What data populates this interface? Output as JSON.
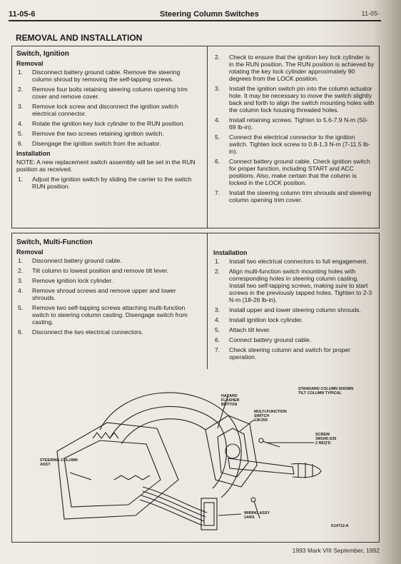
{
  "header": {
    "page_code": "11-05-6",
    "title": "Steering Column Switches",
    "right_text": "11-05-"
  },
  "section_title": "REMOVAL AND INSTALLATION",
  "ignition": {
    "title": "Switch, Ignition",
    "removal_heading": "Removal",
    "removal_steps": [
      {
        "n": "1.",
        "text": "Disconnect battery ground cable. Remove the steering column shroud by removing the self-tapping screws."
      },
      {
        "n": "2.",
        "text": "Remove four bolts retaining steering column opening trim cover and remove cover."
      },
      {
        "n": "3.",
        "text": "Remove lock screw and disconnect the ignition switch electrical connector."
      },
      {
        "n": "4.",
        "text": "Rotate the ignition key lock cylinder to the RUN position."
      },
      {
        "n": "5.",
        "text": "Remove the two screws retaining ignition switch."
      },
      {
        "n": "6.",
        "text": "Disengage the ignition switch from the actuator."
      }
    ],
    "installation_heading": "Installation",
    "note": "NOTE: A new replacement switch assembly will be set in the RUN position as received.",
    "install_steps_left": [
      {
        "n": "1.",
        "text": "Adjust the ignition switch by sliding the carrier to the switch RUN position."
      }
    ],
    "install_steps_right": [
      {
        "n": "2.",
        "text": "Check to ensure that the ignition key lock cylinder is in the RUN position. The RUN position is achieved by rotating the key lock cylinder approximately 90 degrees from the LOCK position."
      },
      {
        "n": "3.",
        "text": "Install the ignition switch pin into the column actuator hole. It may be necessary to move the switch slightly back and forth to align the switch mounting holes with the column lock housing threaded holes."
      },
      {
        "n": "4.",
        "text": "Install retaining screws. Tighten to 5.6-7.9 N-m (50-69 lb-in)."
      },
      {
        "n": "5.",
        "text": "Connect the electrical connector to the ignition switch. Tighten lock screw to 0.8-1.3 N-m (7-11.5 lb-in)."
      },
      {
        "n": "6.",
        "text": "Connect battery ground cable. Check ignition switch for proper function, including START and ACC positions. Also, make certain that the column is locked in the LOCK position."
      },
      {
        "n": "7.",
        "text": "Install the steering column trim shrouds and steering column opening trim cover."
      }
    ]
  },
  "multifunction": {
    "title": "Switch, Multi-Function",
    "removal_heading": "Removal",
    "removal_steps": [
      {
        "n": "1.",
        "text": "Disconnect battery ground cable."
      },
      {
        "n": "2.",
        "text": "Tilt column to lowest position and remove tilt lever."
      },
      {
        "n": "3.",
        "text": "Remove ignition lock cylinder."
      },
      {
        "n": "4.",
        "text": "Remove shroud screws and remove upper and lower shrouds."
      },
      {
        "n": "5.",
        "text": "Remove two self-tapping screws attaching multi-function switch to steering column casting. Disengage switch from casting."
      },
      {
        "n": "6.",
        "text": "Disconnect the two electrical connectors."
      }
    ],
    "installation_heading": "Installation",
    "install_steps": [
      {
        "n": "1.",
        "text": "Install two electrical connectors to full engagement."
      },
      {
        "n": "2.",
        "text": "Align multi-function switch mounting holes with corresponding holes in steering column casting. Install two self-tapping screws, making sure to start screws in the previously tapped holes. Tighten to 2-3 N-m (18-26 lb-in)."
      },
      {
        "n": "3.",
        "text": "Install upper and lower steering column shrouds."
      },
      {
        "n": "4.",
        "text": "Install ignition lock cylinder."
      },
      {
        "n": "5.",
        "text": "Attach tilt lever."
      },
      {
        "n": "6.",
        "text": "Connect battery ground cable."
      },
      {
        "n": "7.",
        "text": "Check steering column and switch for proper operation."
      }
    ]
  },
  "figure": {
    "hazard_1": "HAZARD",
    "hazard_2": "FLASHER",
    "hazard_3": "BUTTON",
    "std_1": "STANDARD COLUMN SHOWN",
    "std_2": "TILT COLUMN TYPICAL",
    "mf_1": "MULTI-FUNCTION",
    "mf_2": "SWITCH",
    "mf_3": "13K359",
    "screw_1": "SCREW",
    "screw_2": "390345-S36",
    "screw_3": "2 REQ'D",
    "column_1": "STEERING COLUMN",
    "column_2": "ASSY",
    "wiring_1": "WIRING ASSY",
    "wiring_2": "14401",
    "fig_code": "K14712-A"
  },
  "footer": "1993 Mark VIII September, 1992"
}
